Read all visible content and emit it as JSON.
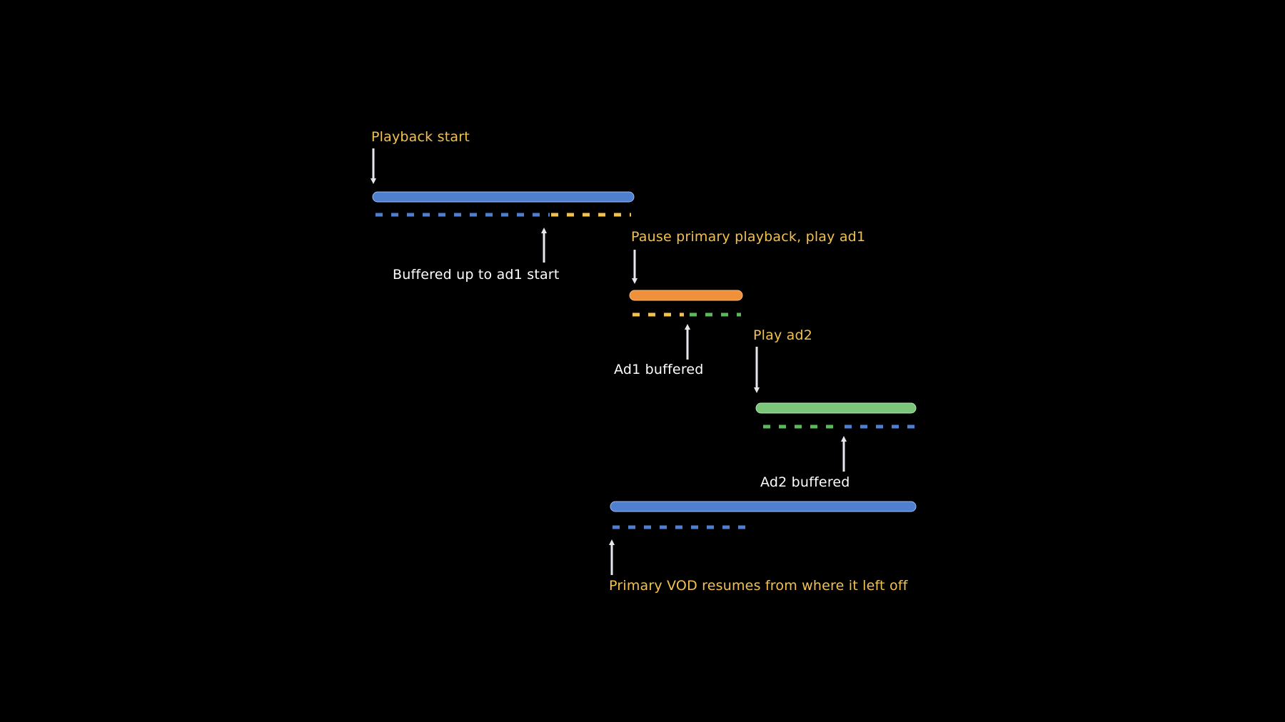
{
  "colors": {
    "background": "#000000",
    "primary": "#4f7fcf",
    "ad1": "#f0913a",
    "ad2": "#7bc67a",
    "buffer_primary": "#4f7fcf",
    "buffer_ad1": "#f2c14e",
    "buffer_ad2": "#5cb85c",
    "event_label": "#f2c14e",
    "note_label": "#ffffff",
    "arrow": "#e6e8ee"
  },
  "labels": {
    "playback_start": "Playback start",
    "buffered_up_to_ad1": "Buffered up to ad1 start",
    "pause_primary_play_ad1": "Pause primary playback, play ad1",
    "ad1_buffered": "Ad1 buffered",
    "play_ad2": "Play ad2",
    "ad2_buffered": "Ad2 buffered",
    "primary_vod_resumes": "Primary VOD resumes from where it left off"
  }
}
